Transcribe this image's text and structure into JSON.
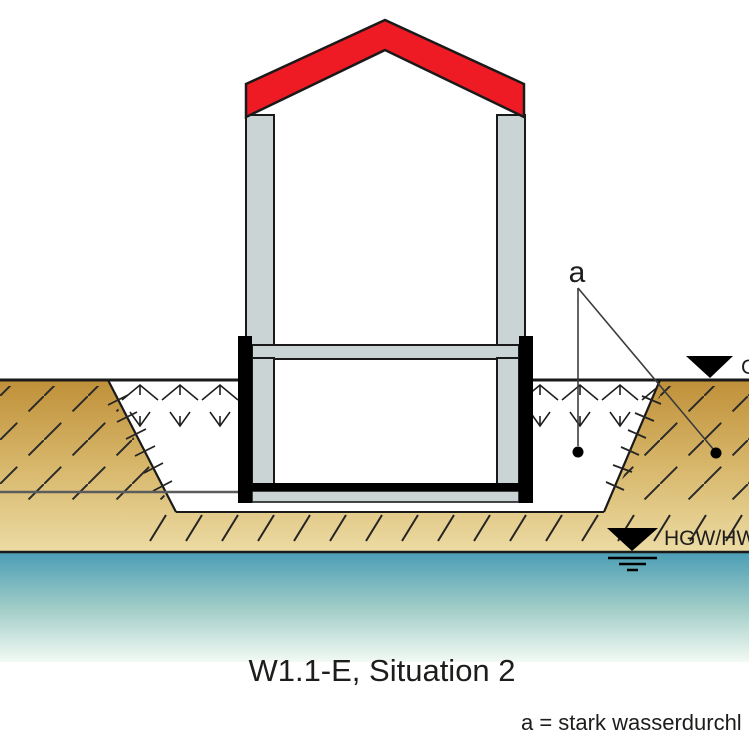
{
  "figure": {
    "caption": "W1.1-E, Situation 2",
    "legend_text": "a = stark wasserdurchl",
    "annotations": {
      "a_label": "a",
      "groundwater_label": "HGW/HW",
      "surface_label_partial": "G"
    },
    "colors": {
      "roof_red": "#ee1b24",
      "concrete_gray": "#cbd4d5",
      "waterproofing_black": "#000000",
      "soil_top": "#bf8f38",
      "soil_mid": "#d9ba6f",
      "soil_bottom": "#ecdba4",
      "water_top": "#4a9db6",
      "water_mid": "#9ecbc6",
      "water_bottom": "#f3faf4",
      "line_dark": "#1a1a1a"
    }
  }
}
